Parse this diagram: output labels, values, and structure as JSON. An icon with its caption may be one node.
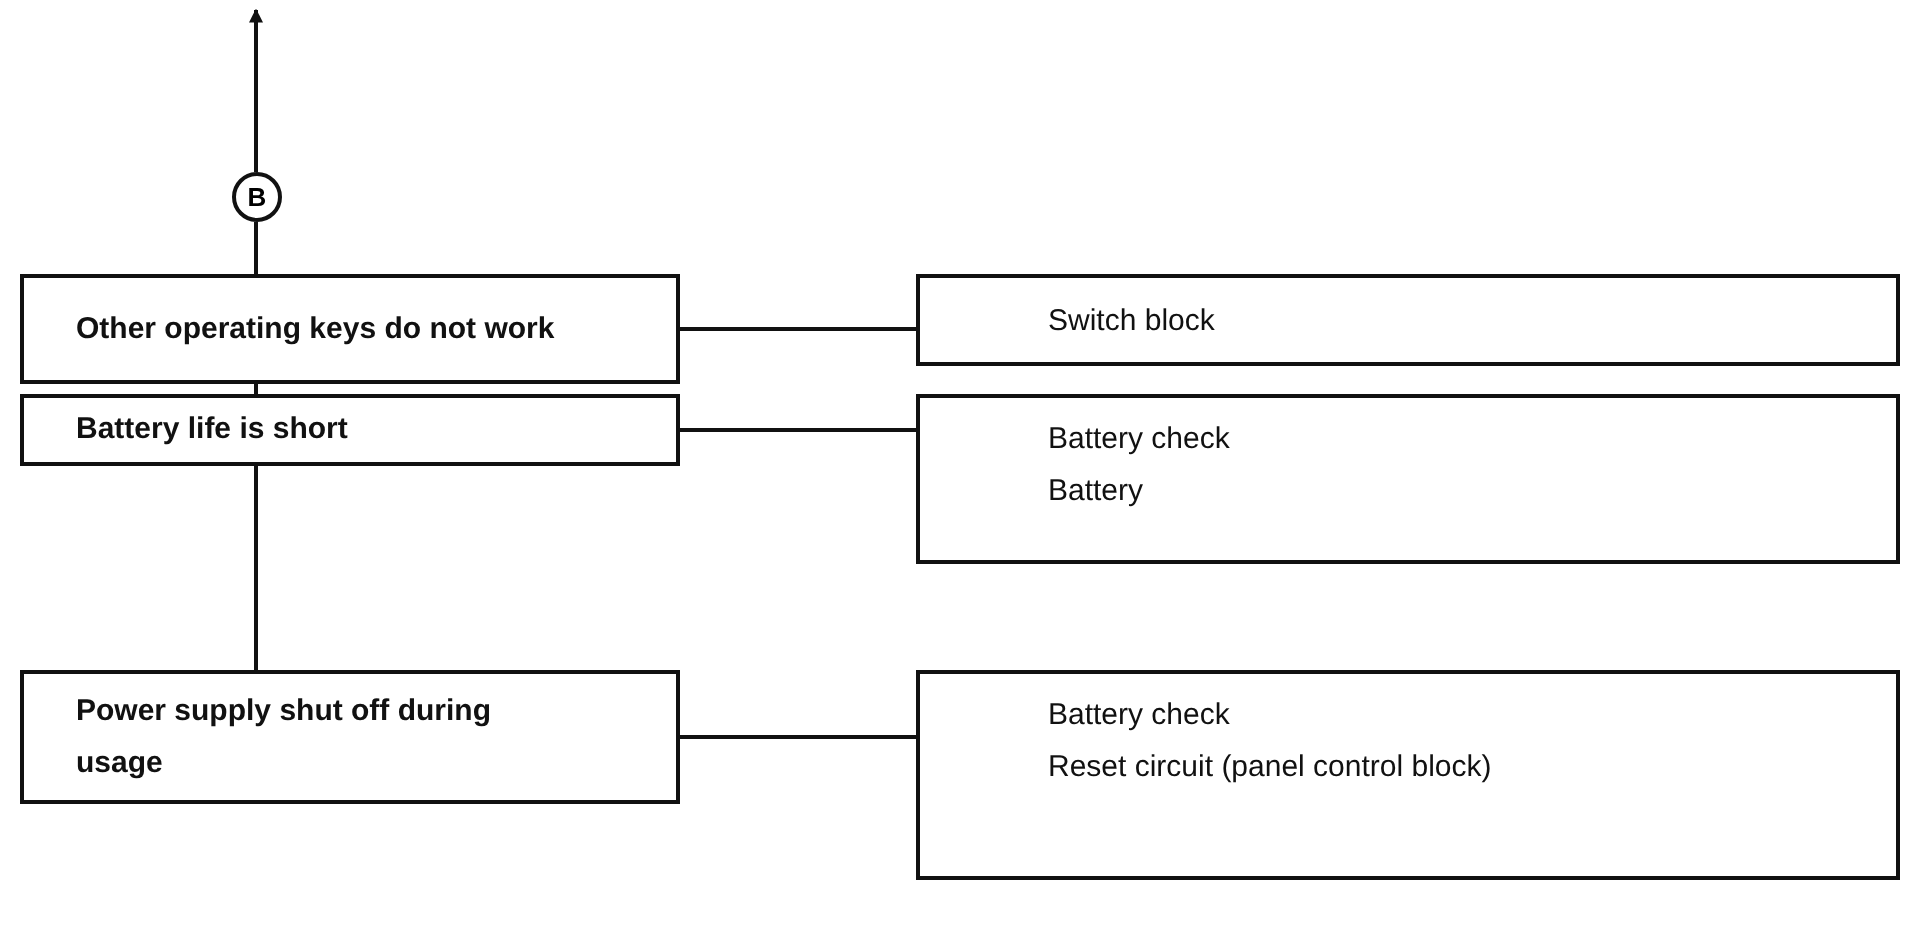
{
  "diagram": {
    "nodes": [
      {
        "text": [
          "B"
        ]
      },
      {
        "text": [
          "Other operating keys do not work"
        ]
      },
      {
        "text": [
          "Switch block"
        ]
      },
      {
        "text": [
          "Battery life is short"
        ]
      },
      {
        "text": [
          "Battery check",
          "Battery"
        ]
      },
      {
        "text": [
          "Power supply shut off during usage"
        ]
      },
      {
        "text": [
          "Battery check",
          "Reset circuit (panel control block)"
        ]
      }
    ],
    "edges": [
      {
        "from": 1,
        "to": 0,
        "arrow": "none"
      },
      {
        "from": 0,
        "to": null,
        "arrow": "to"
      },
      {
        "from": 1,
        "to": 2,
        "arrow": "none"
      },
      {
        "from": 1,
        "to": 3,
        "arrow": "none"
      },
      {
        "from": 3,
        "to": 4,
        "arrow": "none"
      },
      {
        "from": 3,
        "to": 5,
        "arrow": "none"
      },
      {
        "from": 5,
        "to": 6,
        "arrow": "none"
      }
    ]
  }
}
